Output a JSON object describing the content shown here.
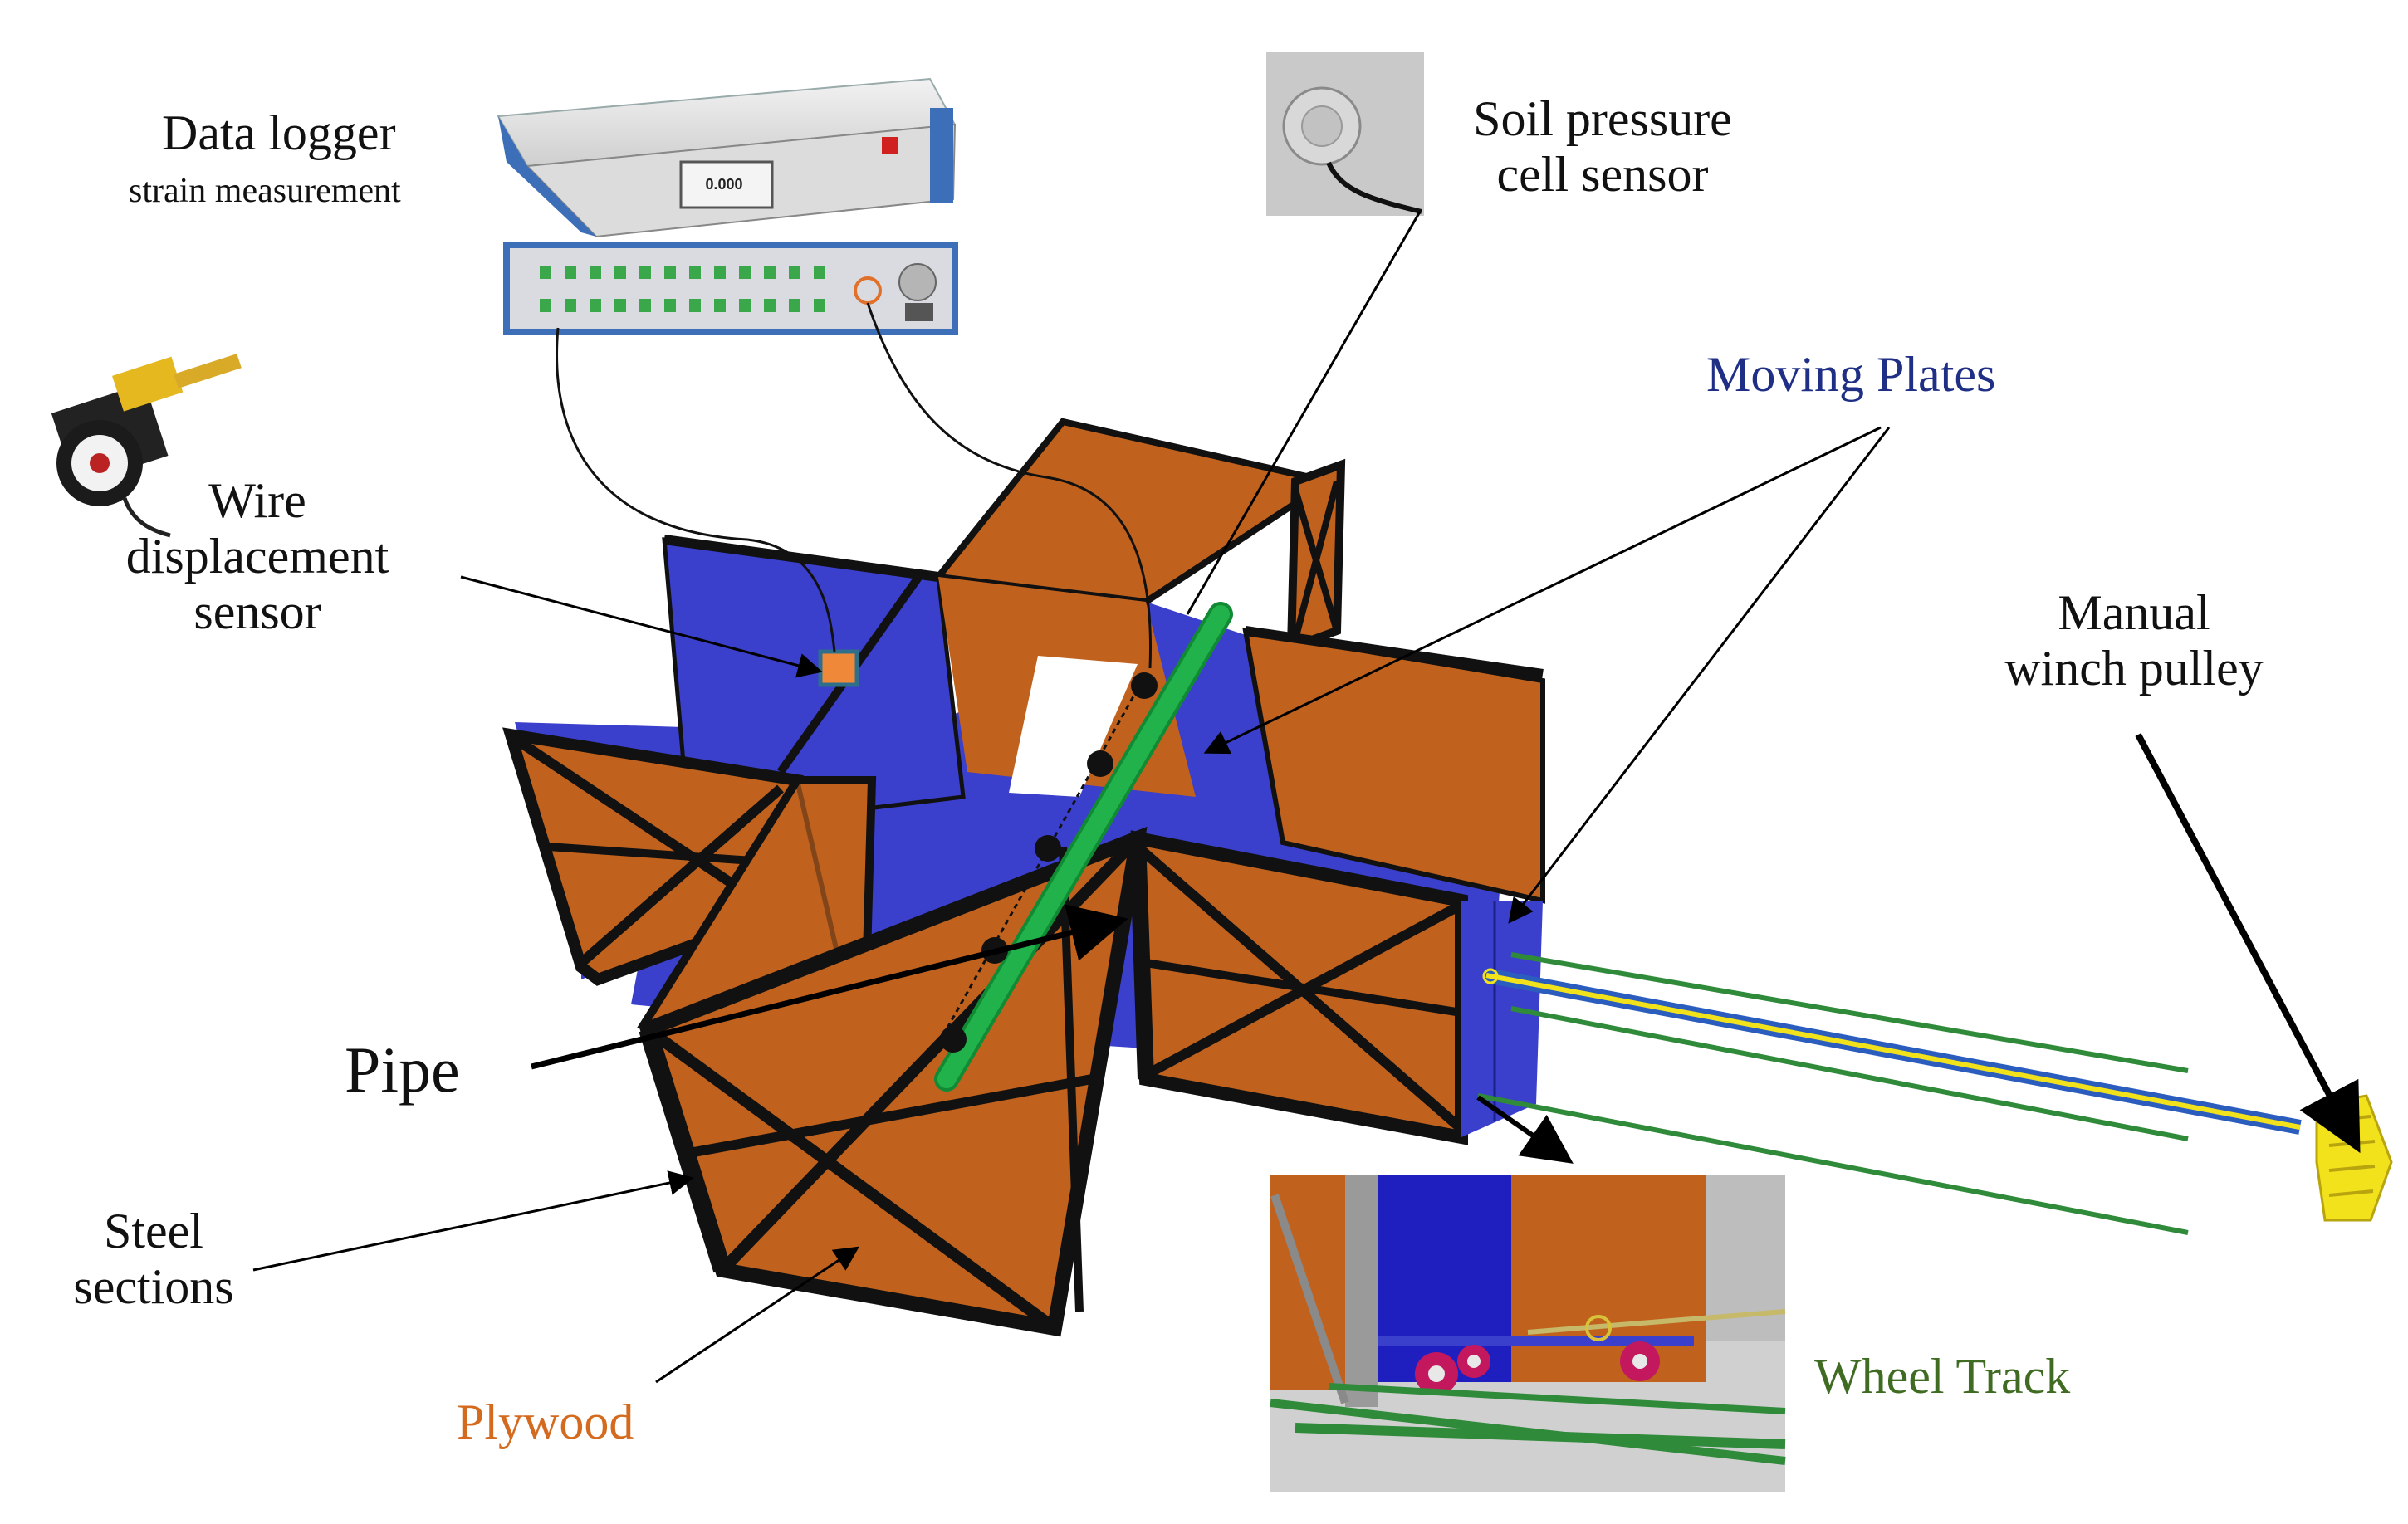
{
  "labels": {
    "data_logger_title": "Data logger",
    "data_logger_sub": "strain measurement",
    "soil_pressure_line1": "Soil pressure",
    "soil_pressure_line2": "cell sensor",
    "moving_plates": "Moving Plates",
    "wire_line1": "Wire",
    "wire_line2": "displacement",
    "wire_line3": "sensor",
    "winch_line1": "Manual",
    "winch_line2": "winch pulley",
    "pipe": "Pipe",
    "steel_line1": "Steel",
    "steel_line2": "sections",
    "plywood": "Plywood",
    "wheel_track": "Wheel Track",
    "logger_display": "0.000"
  },
  "colors": {
    "plywood": "#c0621e",
    "moving_plate": "#3a3fcc",
    "pipe": "#22b24c",
    "rail": "#2f8a3a",
    "winch": "#f2e21c",
    "moving_plates_label": "#1f2f86",
    "plywood_label": "#d46a1e",
    "wheel_track_label": "#3f6b22"
  },
  "icons": [
    "data-logger-device",
    "soil-pressure-cell-photo",
    "wire-displacement-sensor-device",
    "winch-pulley",
    "wheel-track-inset"
  ]
}
